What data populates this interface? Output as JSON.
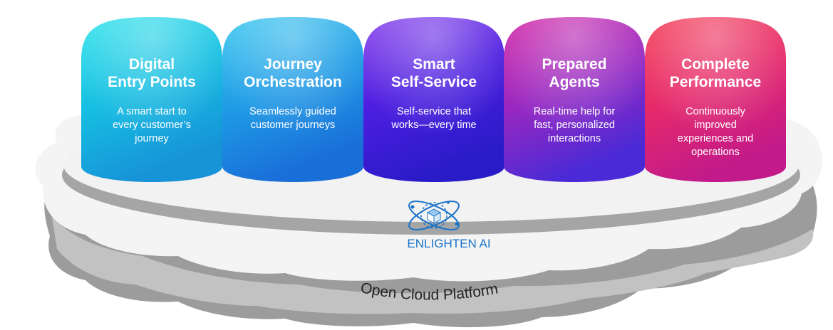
{
  "colors": {
    "cloud_top": "#f4f4f4",
    "cloud_side": "#9c9c9c",
    "connector": "#8a8a8a",
    "brand": "#1a73c8"
  },
  "pillars": [
    {
      "title": [
        "Digital",
        "Entry Points"
      ],
      "description": [
        "A smart start to",
        "every customer’s",
        "journey"
      ],
      "gradient": [
        "#35e4ec",
        "#16bfe2",
        "#1793d8"
      ]
    },
    {
      "title": [
        "Journey",
        "Orchestration"
      ],
      "description": [
        "Seamlessly guided",
        "customer journeys"
      ],
      "gradient": [
        "#3fcaf0",
        "#1e9ce6",
        "#1a6ed8"
      ]
    },
    {
      "title": [
        "Smart",
        "Self-Service"
      ],
      "description": [
        "Self-service that",
        "works—every time"
      ],
      "gradient": [
        "#8b46ec",
        "#4d1ee0",
        "#2a1bc8"
      ]
    },
    {
      "title": [
        "Prepared",
        "Agents"
      ],
      "description": [
        "Real-time help for",
        "fast, personalized",
        "interactions"
      ],
      "gradient": [
        "#d62ba8",
        "#9a28c0",
        "#4a2ad6"
      ]
    },
    {
      "title": [
        "Complete",
        "Performance"
      ],
      "description": [
        "Continuously",
        "improved",
        "experiences and",
        "operations"
      ],
      "gradient": [
        "#f4445a",
        "#e62a6a",
        "#c21a8a"
      ]
    }
  ],
  "brand": {
    "name": "ENLIGHTEN AI",
    "logo_icon": "cube-orbit-icon"
  },
  "platform": {
    "label": "Open Cloud Platform"
  }
}
